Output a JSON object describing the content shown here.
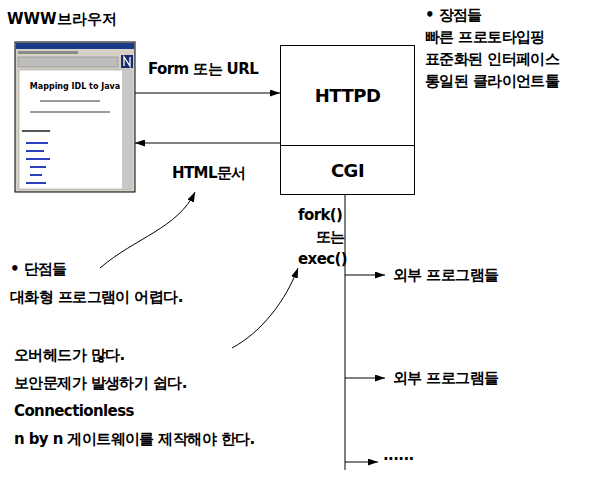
{
  "diagram": {
    "nodes": [
      {
        "text": [
          "WWW브라우저",
          "Mapping IDL to Java"
        ]
      },
      {
        "text": [
          "HTTPD"
        ]
      },
      {
        "text": [
          "CGI"
        ]
      }
    ],
    "edges": [
      {
        "from": 0,
        "to": 1,
        "label": "Form 또는 URL",
        "arrow": "to"
      },
      {
        "from": 1,
        "to": 0,
        "label": "HTML문서",
        "arrow": "to"
      }
    ],
    "labels": [
      "• 장점들",
      "빠른 프로토타입핑",
      "표준화된 인터페이스",
      "통일된 클라이언트툴",
      "fork()",
      "또는",
      "exec()",
      "외부 프로그램들",
      "외부 프로그램들",
      "......",
      "• 단점들",
      "대화형 프로그램이 어렵다.",
      "오버헤드가 많다.",
      "보안문제가 발생하기 쉽다.",
      "Connectionless",
      "n by n 게이트웨이를 제작해야 한다."
    ]
  }
}
